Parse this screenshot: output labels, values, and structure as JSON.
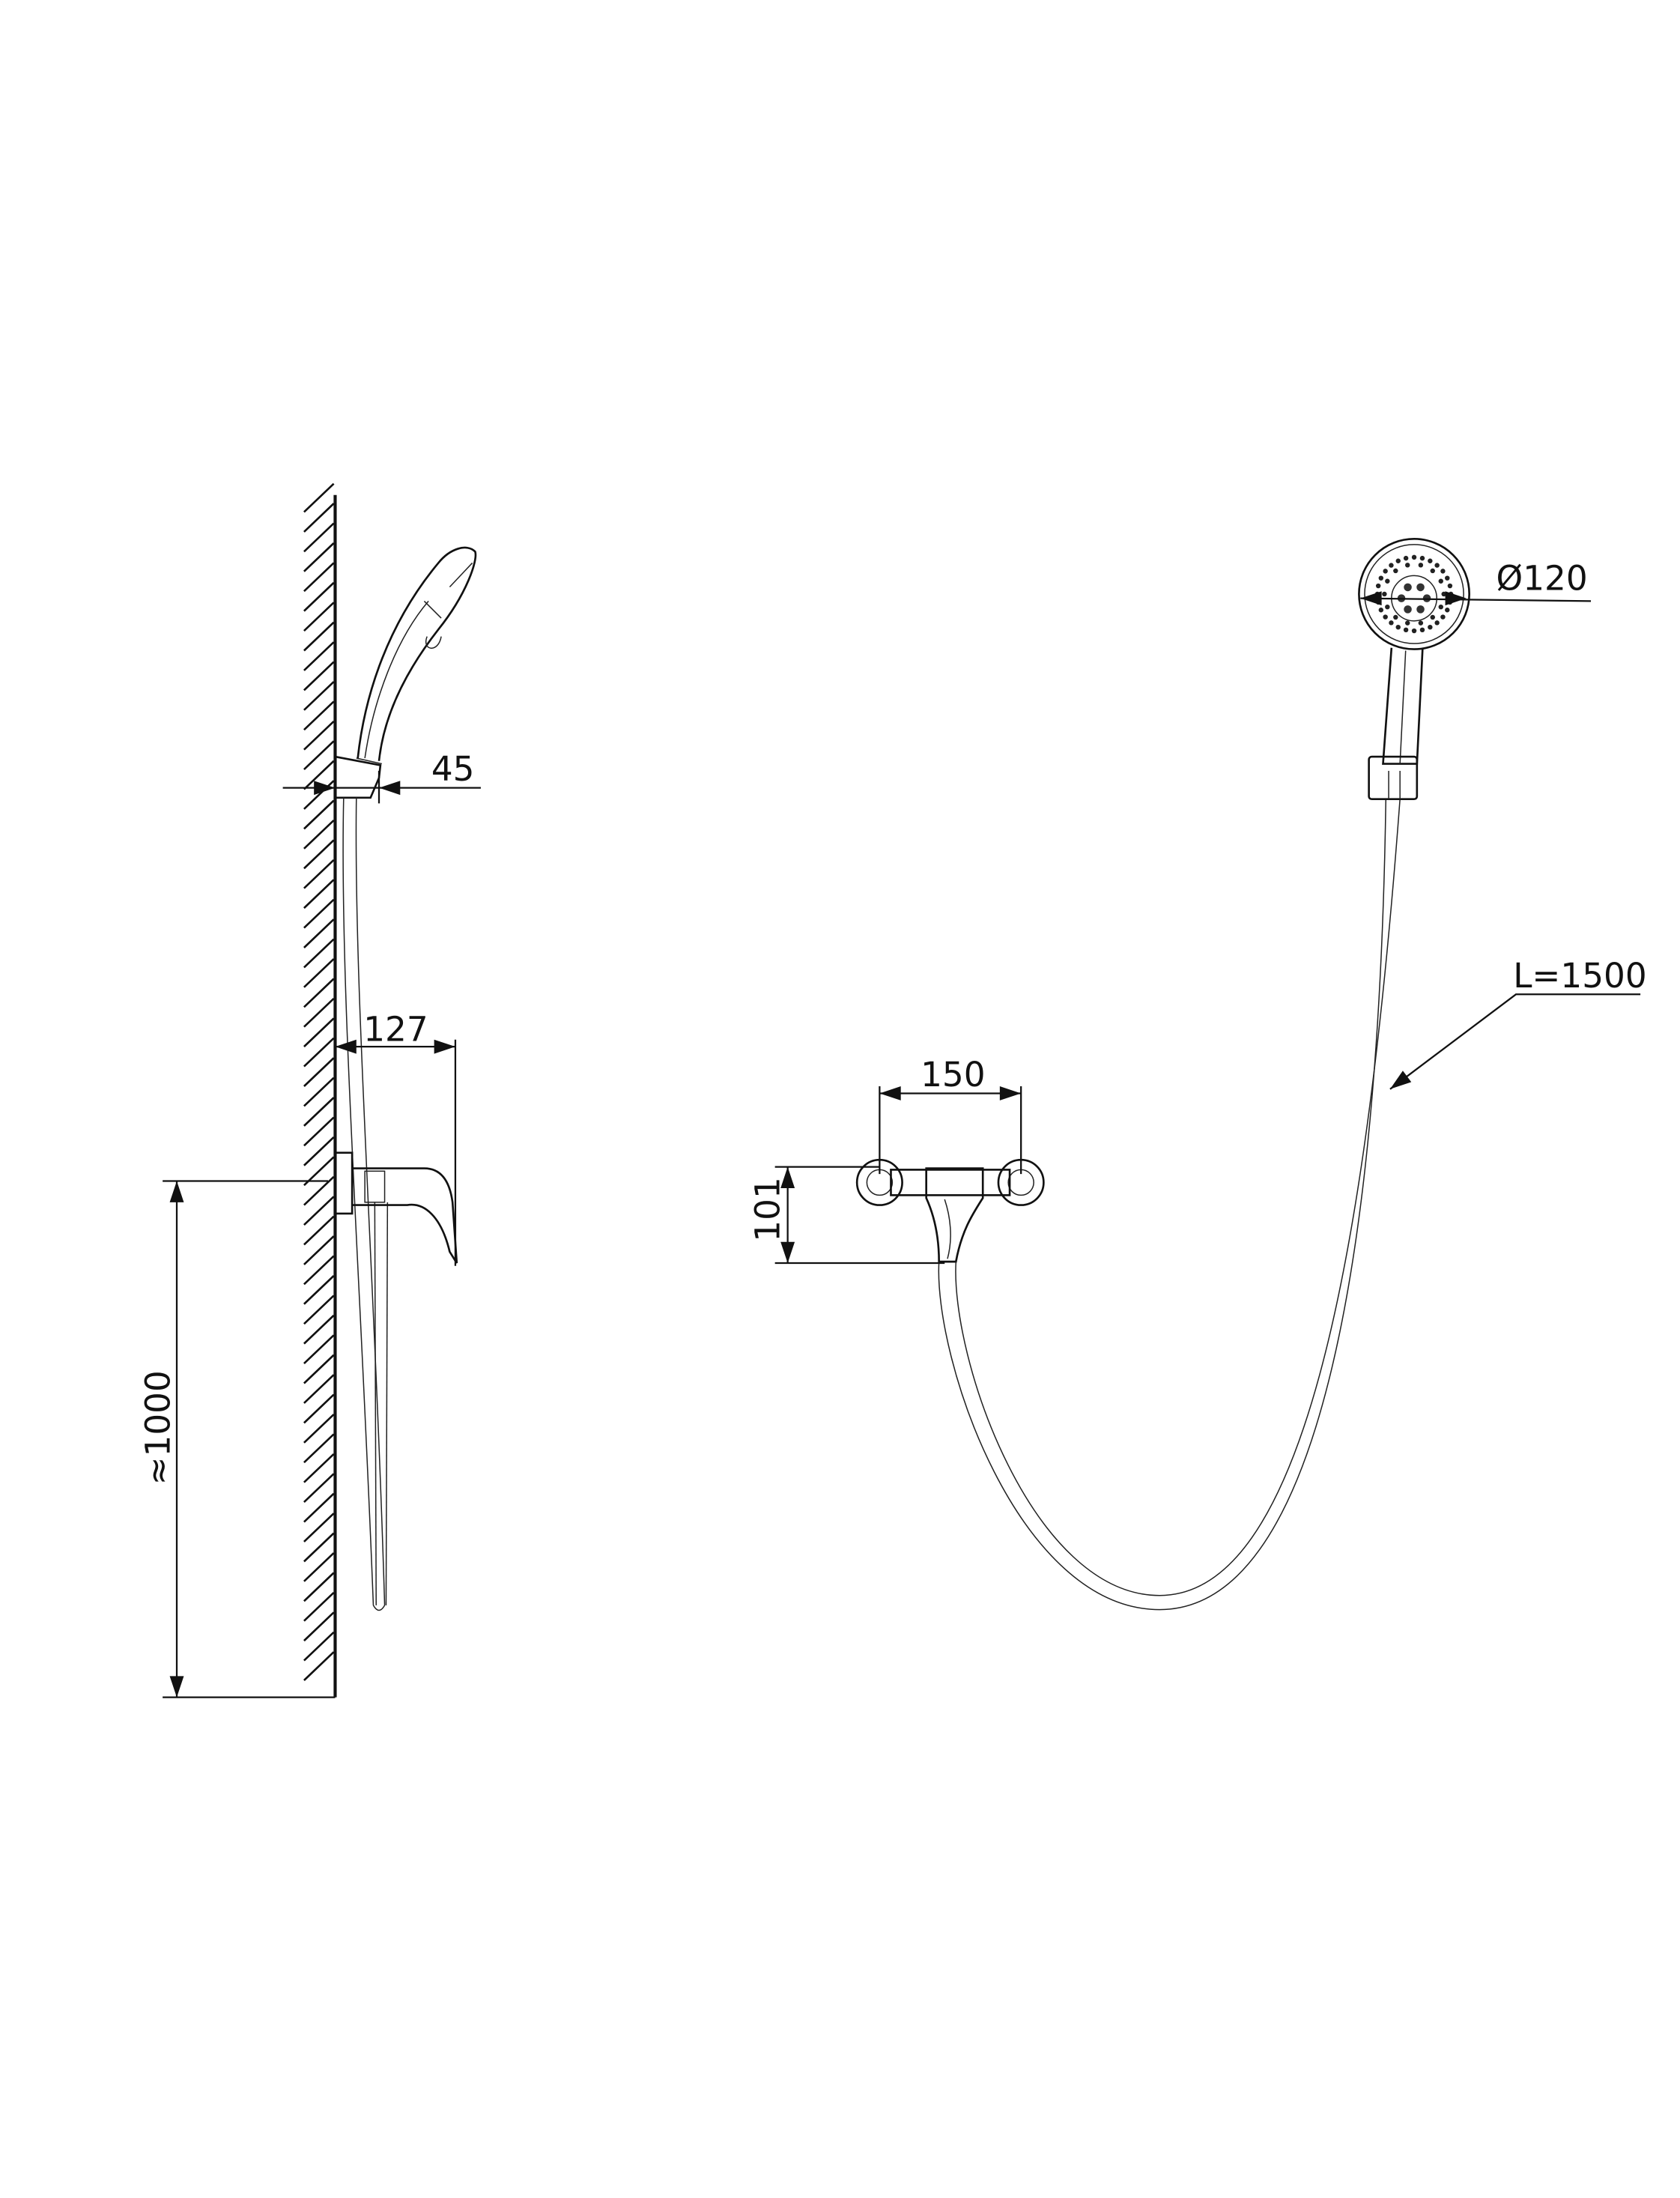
{
  "drawing": {
    "side_view": {
      "holder_offset_label": "45",
      "mixer_projection_label": "127",
      "mixer_height_label": "≈1000"
    },
    "front_view": {
      "center_distance_label": "150",
      "mixer_height_label": "101",
      "head_diameter_label": "Ø120",
      "hose_length_label": "L=1500"
    }
  }
}
